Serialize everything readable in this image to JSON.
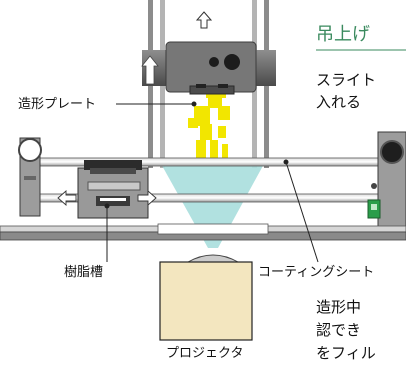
{
  "labels": {
    "build_plate": "造形プレート",
    "resin_vat": "樹脂槽",
    "coating_sheet": "コーティングシート",
    "projector": "プロジェクタ"
  },
  "side_text": {
    "title": "吊上げ",
    "line1": "スライト",
    "line2": "入れる",
    "body1": "造形中",
    "body2": "認でき",
    "body3": "をフィル"
  },
  "icons": {
    "up_arrow": "up-arrow-icon",
    "left_arrow": "left-arrow-icon",
    "right_arrow": "right-arrow-icon"
  },
  "colors": {
    "resin_model": "#f2e600",
    "light_beam": "#a9dedd",
    "projector_body": "#f3e6bf",
    "side_title": "#3a8a5e",
    "switch_green": "#2a9d4a"
  }
}
